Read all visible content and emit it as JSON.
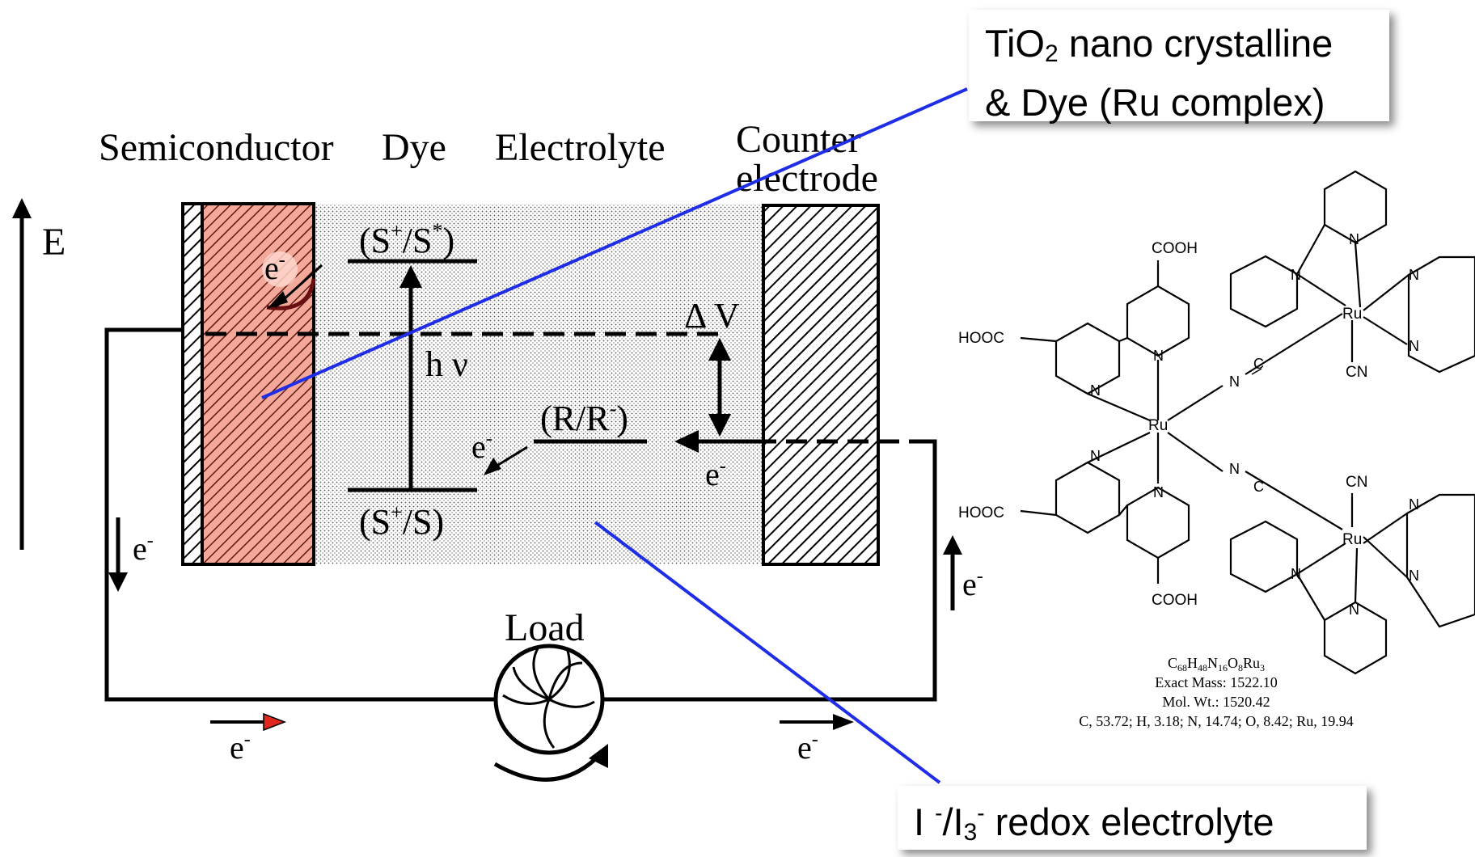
{
  "colors": {
    "semiconductor_fill": "#f4a89a",
    "semiconductor_hatch": "#5a1a12",
    "callout_line": "#1f2ee6",
    "load_arrow_accent": "#e0281e",
    "electrolyte_dots": "#555555"
  },
  "labels": {
    "semiconductor": "Semiconductor",
    "dye": "Dye",
    "electrolyte": "Electrolyte",
    "counter_line1": "Counter",
    "counter_line2": "electrode",
    "energy_axis": "E",
    "load": "Load",
    "photon": "h ν",
    "delta_v": "Δ V"
  },
  "levels": {
    "excited_state": {
      "open": "(S",
      "sup1": "+",
      "mid": "/S",
      "sup2": "*",
      "close": ")"
    },
    "ground_state": {
      "open": "(S",
      "sup1": "+",
      "rest": "/S)"
    },
    "redox": {
      "text": "(R/R",
      "sup": "-",
      "close": ")"
    }
  },
  "electron": {
    "base": "e",
    "sup": "-"
  },
  "callouts": {
    "dye_box": {
      "line1_a": "TiO",
      "line1_sub": "2",
      "line1_b": " nano crystalline",
      "line2": "& Dye (Ru complex)"
    },
    "electrolyte_box": {
      "a": "I ",
      "sup1": "-",
      "b": "/I",
      "sub": "3",
      "sup2": "-",
      "c": " redox electrolyte"
    }
  },
  "molecule": {
    "cooh": "COOH",
    "hooc": "HOOC",
    "n": "N",
    "ru": "Ru",
    "cn": "CN",
    "nc_n": "N",
    "nc_c": "C",
    "formula": {
      "parts": [
        "C",
        "68",
        "H",
        "48",
        "N",
        "16",
        "O",
        "8",
        "Ru",
        "3"
      ]
    },
    "exact_mass": "Exact Mass: 1522.10",
    "mol_wt": "Mol. Wt.: 1520.42",
    "composition": "C, 53.72; H, 3.18; N, 14.74; O, 8.42; Ru, 19.94"
  }
}
